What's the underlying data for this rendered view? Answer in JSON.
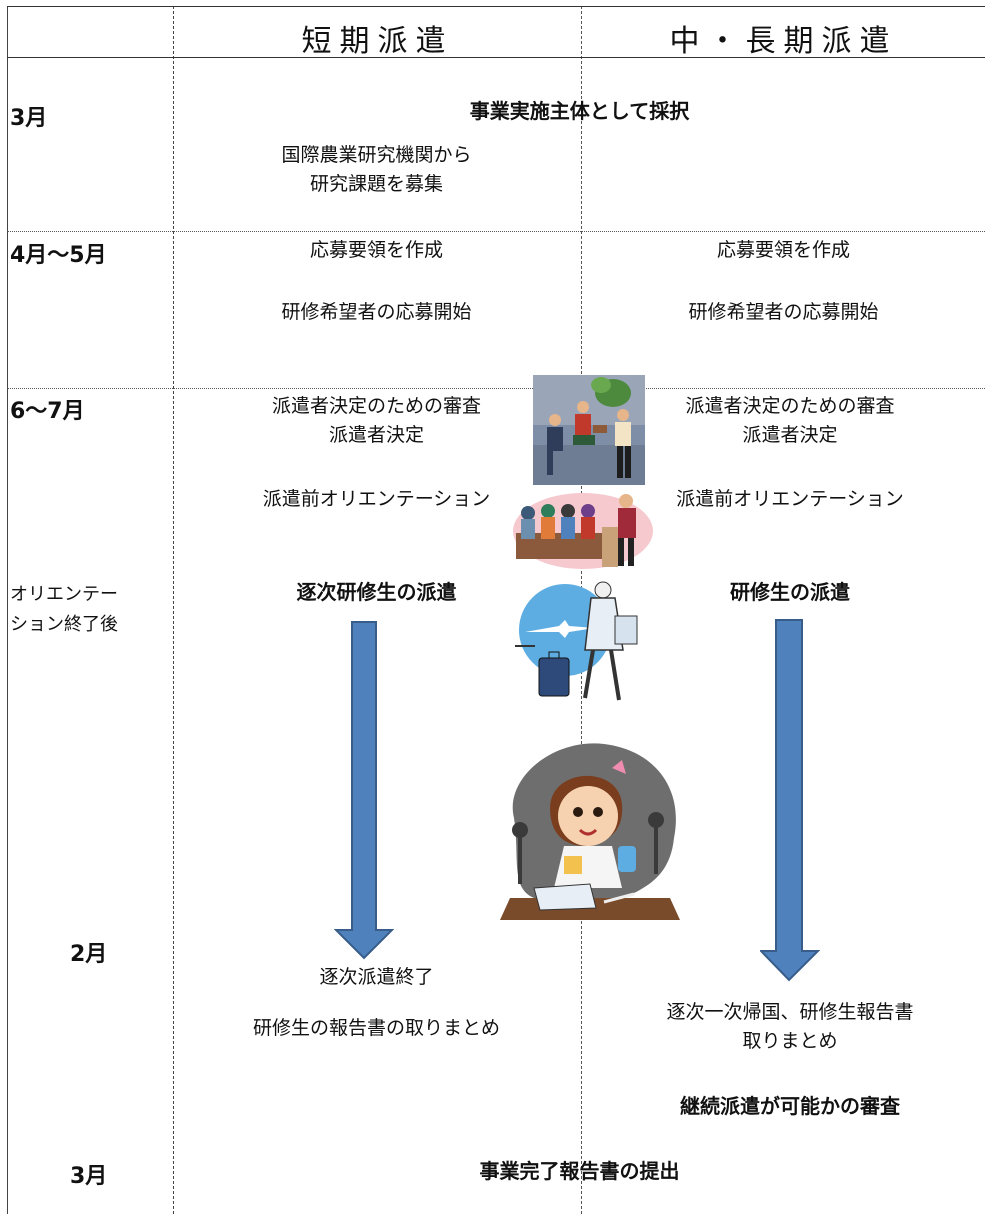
{
  "header": {
    "left_blank": "",
    "short_term": "短期派遣",
    "mid_long_term": "中・長期派遣"
  },
  "timeline": {
    "march_1": "3月",
    "apr_may": "4月〜5月",
    "jun_jul": "6〜7月",
    "after_orientation": "オリエンテー\nション終了後",
    "february": "2月",
    "march_2": "3月"
  },
  "march_row": {
    "adoption": "事業実施主体として採択",
    "recruit": "国際農業研究機関から\n研究課題を募集"
  },
  "apr_may_row": {
    "short_guidelines": "応募要領を作成",
    "short_apply": "研修希望者の応募開始",
    "long_guidelines": "応募要領を作成",
    "long_apply": "研修希望者の応募開始"
  },
  "jun_jul_row": {
    "short_review": "派遣者決定のための審査\n派遣者決定",
    "short_orientation": "派遣前オリエンテーション",
    "long_review": "派遣者決定のための審査\n派遣者決定",
    "long_orientation": "派遣前オリエンテーション"
  },
  "dispatch_row": {
    "short_dispatch": "逐次研修生の派遣",
    "long_dispatch": "研修生の派遣"
  },
  "feb_row": {
    "short_end": "逐次派遣終了",
    "short_report": "研修生の報告書の取りまとめ",
    "long_return": "逐次一次帰国、研修生報告書\n取りまとめ",
    "long_review": "継続派遣が可能かの審査"
  },
  "march_end_row": {
    "final_report": "事業完了報告書の提出"
  },
  "colors": {
    "arrow_fill": "#4f81bd",
    "arrow_stroke": "#385d8a"
  }
}
